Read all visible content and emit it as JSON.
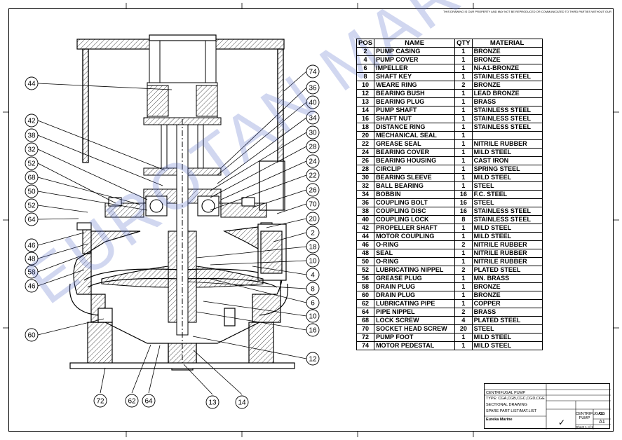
{
  "header_strip": "THIS DRAWING IS OUR PROPERTY AND MAY NOT BE REPRODUCED OR COMMUNICATED TO THIRD PARTIES WITHOUT OUR WRITTEN CONSENT",
  "watermark": "EUROTAN MARINE",
  "table": {
    "headers": {
      "pos": "POS",
      "name": "NAME",
      "qty": "QTY",
      "material": "MATERIAL"
    },
    "rows": [
      {
        "pos": "2",
        "name": "PUMP CASING",
        "qty": "1",
        "material": "BRONZE"
      },
      {
        "pos": "4",
        "name": "PUMP COVER",
        "qty": "1",
        "material": "BRONZE"
      },
      {
        "pos": "6",
        "name": "IMPELLER",
        "qty": "1",
        "material": "Ni-A1-BRONZE"
      },
      {
        "pos": "8",
        "name": "SHAFT KEY",
        "qty": "1",
        "material": "STAINLESS STEEL"
      },
      {
        "pos": "10",
        "name": "WEARE RING",
        "qty": "2",
        "material": "BRONZE"
      },
      {
        "pos": "12",
        "name": "BEARING BUSH",
        "qty": "1",
        "material": "LEAD BRONZE"
      },
      {
        "pos": "13",
        "name": "BEARING PLUG",
        "qty": "1",
        "material": "BRASS"
      },
      {
        "pos": "14",
        "name": "PUMP SHAFT",
        "qty": "1",
        "material": "STAINLESS STEEL"
      },
      {
        "pos": "16",
        "name": "SHAFT NUT",
        "qty": "1",
        "material": "STAINLESS STEEL"
      },
      {
        "pos": "18",
        "name": "DISTANCE RING",
        "qty": "1",
        "material": "STAINLESS STEEL"
      },
      {
        "pos": "20",
        "name": "MECHANICAL SEAL",
        "qty": "1",
        "material": ""
      },
      {
        "pos": "22",
        "name": "GREASE SEAL",
        "qty": "1",
        "material": "NITRILE RUBBER"
      },
      {
        "pos": "24",
        "name": "BEARING COVER",
        "qty": "1",
        "material": "MILD STEEL"
      },
      {
        "pos": "26",
        "name": "BEARING HOUSING",
        "qty": "1",
        "material": "CAST IRON"
      },
      {
        "pos": "28",
        "name": "CIRCLIP",
        "qty": "1",
        "material": "SPRING STEEL"
      },
      {
        "pos": "30",
        "name": "BEARING SLEEVE",
        "qty": "1",
        "material": "MILD STEEL"
      },
      {
        "pos": "32",
        "name": "BALL BEARING",
        "qty": "1",
        "material": "STEEL"
      },
      {
        "pos": "34",
        "name": "BOBBIN",
        "qty": "16",
        "material": "F.C. STEEL"
      },
      {
        "pos": "36",
        "name": "COUPLING BOLT",
        "qty": "16",
        "material": "STEEL"
      },
      {
        "pos": "38",
        "name": "COUPLING DISC",
        "qty": "16",
        "material": "STAINLESS STEEL"
      },
      {
        "pos": "40",
        "name": "COUPLING LOCK",
        "qty": "8",
        "material": "STAINLESS STEEL"
      },
      {
        "pos": "42",
        "name": "PROPELLER SHAFT",
        "qty": "1",
        "material": "MILD STEEL"
      },
      {
        "pos": "44",
        "name": "MOTOR COUPLING",
        "qty": "1",
        "material": "MILD STEEL"
      },
      {
        "pos": "46",
        "name": "O-RING",
        "qty": "2",
        "material": "NITRILE RUBBER"
      },
      {
        "pos": "48",
        "name": "SEAL",
        "qty": "1",
        "material": "NITRILE RUBBER"
      },
      {
        "pos": "50",
        "name": "O-RING",
        "qty": "1",
        "material": "NITRILE RUBBER"
      },
      {
        "pos": "52",
        "name": "LUBRICATING NIPPEL",
        "qty": "2",
        "material": "PLATED STEEL"
      },
      {
        "pos": "56",
        "name": "GREASE PLUG",
        "qty": "1",
        "material": "MN. BRASS"
      },
      {
        "pos": "58",
        "name": "DRAIN PLUG",
        "qty": "1",
        "material": "BRONZE"
      },
      {
        "pos": "60",
        "name": "DRAIN PLUG",
        "qty": "1",
        "material": "BRONZE"
      },
      {
        "pos": "62",
        "name": "LUBRICATING PIPE",
        "qty": "1",
        "material": "COPPER"
      },
      {
        "pos": "64",
        "name": "PIPE NIPPEL",
        "qty": "2",
        "material": "BRASS"
      },
      {
        "pos": "68",
        "name": "LOCK SCREW",
        "qty": "4",
        "material": "PLATED STEEL"
      },
      {
        "pos": "70",
        "name": "SOCKET HEAD SCREW",
        "qty": "20",
        "material": "STEEL"
      },
      {
        "pos": "72",
        "name": "PUMP FOOT",
        "qty": "1",
        "material": "MILD STEEL"
      },
      {
        "pos": "74",
        "name": "MOTOR PEDESTAL",
        "qty": "1",
        "material": "MILD STEEL"
      }
    ]
  },
  "callouts": {
    "left": [
      "44",
      "42",
      "38",
      "32",
      "52",
      "68",
      "50",
      "52",
      "64",
      "46",
      "48",
      "58",
      "46",
      "60"
    ],
    "right": [
      "74",
      "36",
      "40",
      "34",
      "30",
      "28",
      "24",
      "22",
      "26",
      "70",
      "20",
      "2",
      "18",
      "10",
      "4",
      "8",
      "6",
      "10",
      "16",
      "12"
    ],
    "bottom": [
      "72",
      "62",
      "64",
      "13",
      "14"
    ]
  },
  "title_block": {
    "line1": "CENTRIFUGAL PUMP",
    "line2": "TYPE: CGA,CGB,CGC,CGD,CGE",
    "line3": "SECTIONAL DRAWING",
    "line4": "SPARE PART LIST/MAT.LIST",
    "company": "Eureka Marine",
    "right_title": "CENTRIFUGAL PUMP",
    "code": "CG",
    "size": "A1",
    "sheet": "Sheet 1 of 1"
  }
}
